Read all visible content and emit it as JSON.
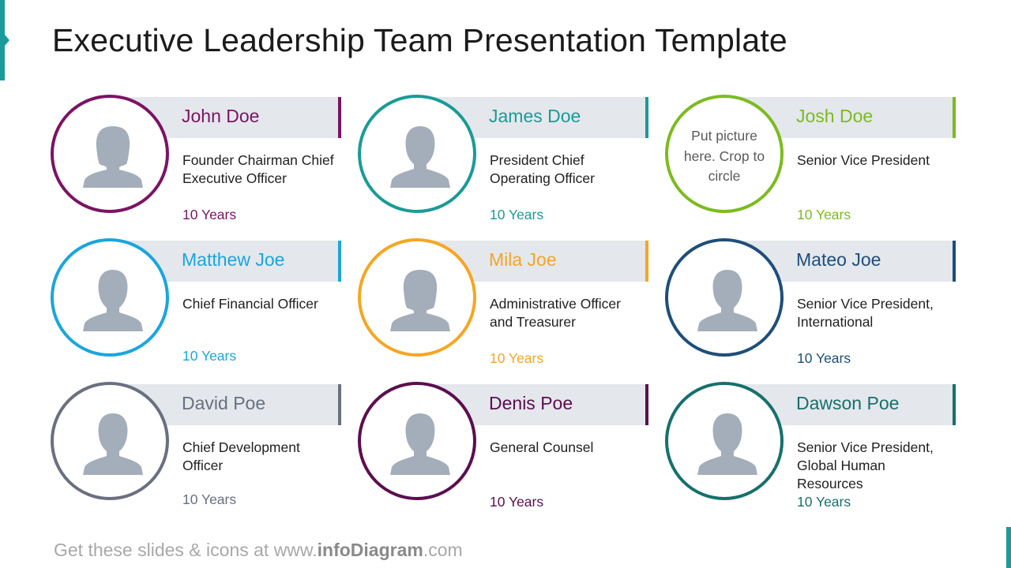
{
  "slide": {
    "title": "Executive Leadership Team Presentation Template"
  },
  "members": [
    {
      "name": "John Doe",
      "role": "Founder Chairman Chief Executive Officer",
      "years": "10 Years",
      "color": "#7b1464"
    },
    {
      "name": "James Doe",
      "role": "President Chief Operating Officer",
      "years": "10 Years",
      "color": "#1a9b96"
    },
    {
      "name": "Josh Doe",
      "role": "Senior Vice President",
      "years": "10 Years",
      "color": "#7cbb1f",
      "placeholder": "Put picture here. Crop to circle"
    },
    {
      "name": "Matthew Joe",
      "role": "Chief Financial Officer",
      "years": "10 Years",
      "color": "#1aa6dc"
    },
    {
      "name": "Mila Joe",
      "role": "Administrative Officer and Treasurer",
      "years": "10 Years",
      "color": "#f5a623"
    },
    {
      "name": "Mateo Joe",
      "role": "Senior Vice President, International",
      "years": "10 Years",
      "color": "#1f4e79"
    },
    {
      "name": "David Poe",
      "role": "Chief Development Officer",
      "years": "10 Years",
      "color": "#6a7080"
    },
    {
      "name": "Denis Poe",
      "role": "General Counsel",
      "years": "10 Years",
      "color": "#5b0f4e"
    },
    {
      "name": "Dawson Poe",
      "role": "Senior Vice President, Global Human Resources",
      "years": "10 Years",
      "color": "#17706b"
    }
  ],
  "footer": {
    "prefix": "Get these slides & icons at www.",
    "brand": "infoDiagram",
    "suffix": ".com"
  }
}
